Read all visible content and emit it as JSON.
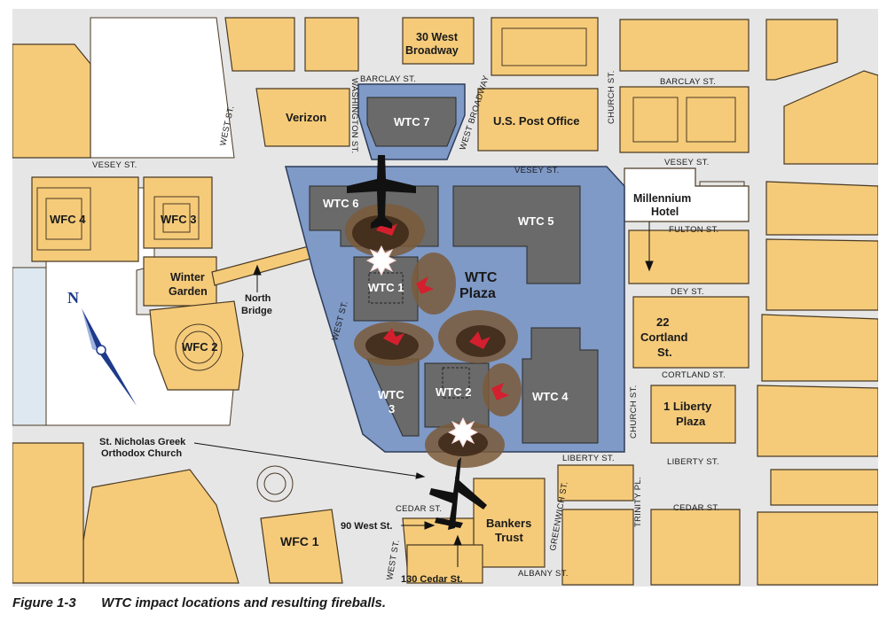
{
  "buildings": {
    "wtc1": "WTC 1",
    "wtc2": "WTC 2",
    "wtc3_line1": "WTC",
    "wtc3_line2": "3",
    "wtc4": "WTC 4",
    "wtc5": "WTC 5",
    "wtc6": "WTC 6",
    "wtc7": "WTC 7",
    "plaza_line1": "WTC",
    "plaza_line2": "Plaza",
    "wfc1": "WFC 1",
    "wfc2": "WFC 2",
    "wfc3": "WFC 3",
    "wfc4": "WFC 4",
    "winter_garden_line1": "Winter",
    "winter_garden_line2": "Garden",
    "north_bridge_line1": "North",
    "north_bridge_line2": "Bridge",
    "verizon": "Verizon",
    "post_office": "U.S. Post Office",
    "west_broadway_bldg_line1": "30 West",
    "west_broadway_bldg_line2": "Broadway",
    "millennium_line1": "Millennium",
    "millennium_line2": "Hotel",
    "cortland_line1": "22",
    "cortland_line2": "Cortland",
    "cortland_line3": "St.",
    "liberty_plaza_line1": "1 Liberty",
    "liberty_plaza_line2": "Plaza",
    "bankers_line1": "Bankers",
    "bankers_line2": "Trust",
    "church_line1": "St. Nicholas Greek",
    "church_line2": "Orthodox Church",
    "west90": "90 West St.",
    "cedar130": "130 Cedar St."
  },
  "streets": {
    "barclay_left": "BARCLAY ST.",
    "barclay_right": "BARCLAY ST.",
    "vesey_left": "VESEY ST.",
    "vesey_mid": "VESEY ST.",
    "vesey_right": "VESEY ST.",
    "washington": "WASHINGTON ST.",
    "west_top": "WEST ST.",
    "west_mid": "WEST ST.",
    "west_bottom": "WEST ST.",
    "west_broadway": "WEST BROADWAY",
    "church_top": "CHURCH ST.",
    "church_bottom": "CHURCH ST.",
    "fulton": "FULTON ST.",
    "dey": "DEY ST.",
    "cortland": "CORTLAND ST.",
    "liberty_left": "LIBERTY ST.",
    "liberty_right": "LIBERTY ST.",
    "greenwich": "GREENWICH ST.",
    "trinity": "TRINITY PL.",
    "cedar_left": "CEDAR ST.",
    "cedar_right": "CEDAR ST.",
    "albany": "ALBANY ST."
  },
  "compass": {
    "north": "N"
  },
  "caption": {
    "figure": "Figure 1-3",
    "text": "WTC impact locations and resulting fireballs."
  },
  "colors": {
    "block": "#f5cb7a",
    "block_stroke": "#4a3a24",
    "street": "#e6e6e6",
    "water": "#dde8f0",
    "plaza": "#7f9ac7",
    "tower": "#6a6a6a",
    "smoke_outer": "#7a5a3a",
    "smoke_inner": "#3f2a1a",
    "fire": "#d41f2e"
  }
}
